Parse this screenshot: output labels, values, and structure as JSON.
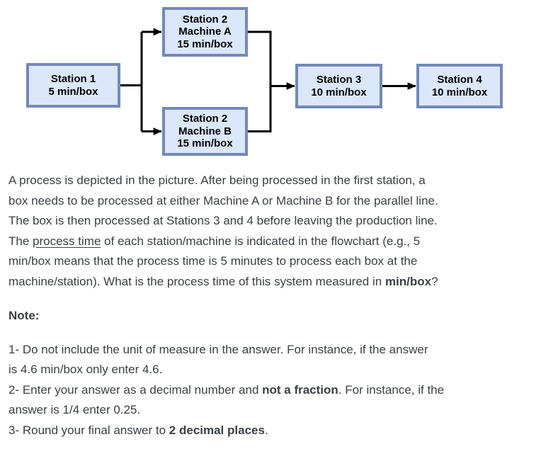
{
  "flowchart": {
    "boxes": {
      "station1": {
        "line1": "Station 1",
        "line2": "5 min/box"
      },
      "machineA": {
        "line1": "Station 2",
        "line2": "Machine A",
        "line3": "15 min/box"
      },
      "machineB": {
        "line1": "Station 2",
        "line2": "Machine B",
        "line3": "15 min/box"
      },
      "station3": {
        "line1": "Station 3",
        "line2": "10 min/box"
      },
      "station4": {
        "line1": "Station 4",
        "line2": "10 min/box"
      }
    },
    "colors": {
      "box_fill": "#dbe7fa",
      "box_border": "#7389ba",
      "arrow": "#000000",
      "box_text": "#000000",
      "body_text": "#3b4045"
    }
  },
  "question": {
    "lines": {
      "l1": "A process is depicted in the picture. After being processed in the first station, a",
      "l2": "box needs to be processed at either Machine A or Machine B for the parallel line.",
      "l3": "The box is then processed at Stations 3 and 4 before leaving the production line.",
      "l4_pre": "The ",
      "l4_underline": "process time",
      "l4_post": " of each station/machine is indicated in the flowchart (e.g., 5",
      "l5": "min/box means that the process time is 5 minutes to process each box at the",
      "l6_pre": "machine/station). What is the process time of this system measured in ",
      "l6_bold": "min/box",
      "l6_post": "?"
    }
  },
  "note": {
    "heading": "Note:",
    "item1_line1": "1- Do not include the unit of measure in the answer. For instance, if the answer",
    "item1_line2": "is 4.6 min/box only enter 4.6.",
    "item2_line1_pre": "2- Enter your answer as a decimal number and ",
    "item2_line1_bold": "not a fraction",
    "item2_line1_post": ". For instance, if the",
    "item2_line2": "answer is 1/4 enter 0.25.",
    "item3_pre": "3- Round your final answer to ",
    "item3_bold": "2 decimal places",
    "item3_post": "."
  }
}
